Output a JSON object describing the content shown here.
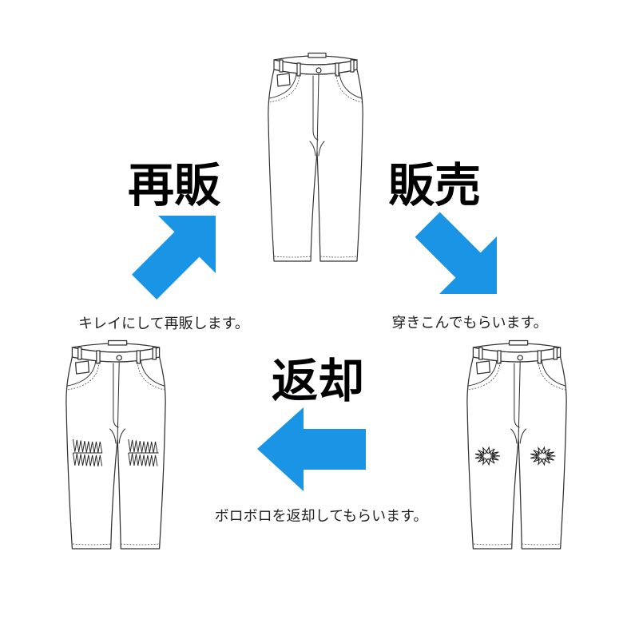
{
  "colors": {
    "arrow": "#1a95e6",
    "line": "#333333",
    "background": "#ffffff"
  },
  "labels": {
    "resell": "再販",
    "sell": "販売",
    "return": "返却"
  },
  "captions": {
    "resell": "キレイにして再販します。",
    "wear": "穿きこんでもらいます。",
    "return": "ボロボロを返却してもらいます。"
  }
}
